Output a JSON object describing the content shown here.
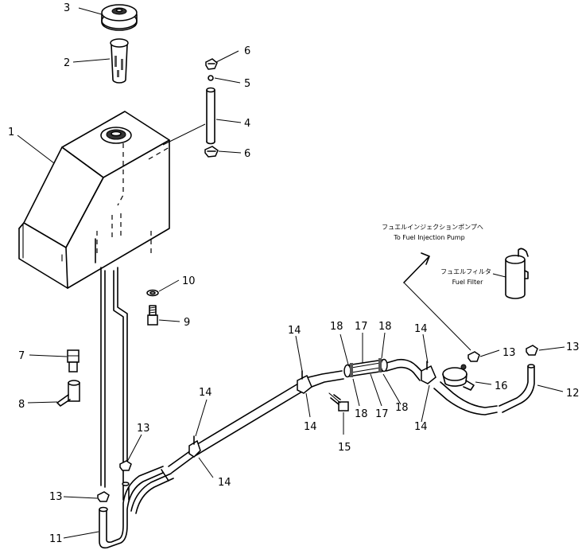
{
  "notes": {
    "pump_jp": "フュエルインジェクションポンプへ",
    "pump_en": "To Fuel Injection Pump",
    "filter_jp": "フュエルフィルタ",
    "filter_en": "Fuel Filter"
  },
  "callouts": {
    "c1": "1",
    "c2": "2",
    "c3": "3",
    "c4": "4",
    "c5": "5",
    "c6a": "6",
    "c6b": "6",
    "c7": "7",
    "c8": "8",
    "c9": "9",
    "c10": "10",
    "c11": "11",
    "c12": "12",
    "c13a": "13",
    "c13b": "13",
    "c13c": "13",
    "c13d": "13",
    "c14a": "14",
    "c14b": "14",
    "c14c": "14",
    "c14d": "14",
    "c14e": "14",
    "c14f": "14",
    "c15": "15",
    "c16": "16",
    "c17a": "17",
    "c17b": "17",
    "c18a": "18",
    "c18b": "18",
    "c18c": "18",
    "c18d": "18"
  }
}
